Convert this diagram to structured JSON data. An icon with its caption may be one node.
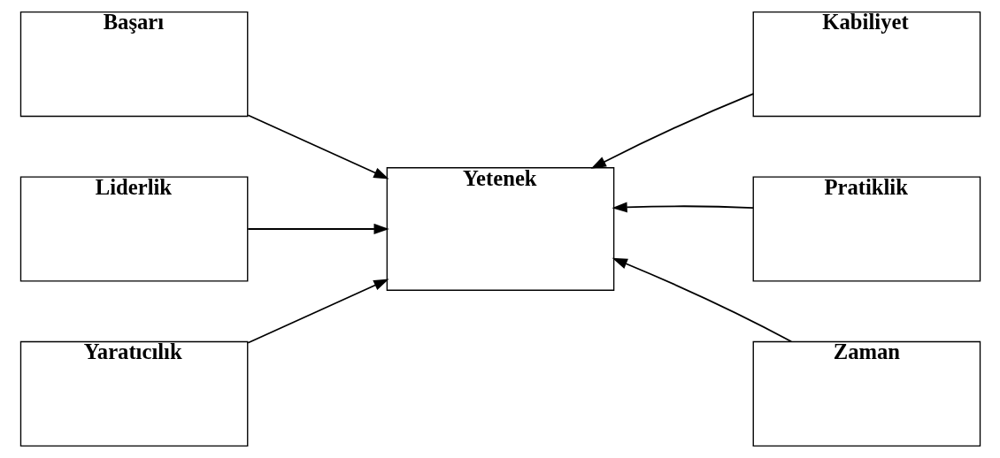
{
  "diagram": {
    "nodes": [
      {
        "text": [
          "Başarı"
        ]
      },
      {
        "text": [
          "Kabiliyet"
        ]
      },
      {
        "text": [
          "Liderlik"
        ]
      },
      {
        "text": [
          "Yetenek"
        ]
      },
      {
        "text": [
          "Pratiklik"
        ]
      },
      {
        "text": [
          "Yaratıcılık"
        ]
      },
      {
        "text": [
          "Zaman"
        ]
      }
    ],
    "edges": [
      {
        "from": 0,
        "to": 3,
        "arrow": "to"
      },
      {
        "from": 1,
        "to": 3,
        "arrow": "to"
      },
      {
        "from": 2,
        "to": 3,
        "arrow": "to"
      },
      {
        "from": 4,
        "to": 3,
        "arrow": "to"
      },
      {
        "from": 5,
        "to": 3,
        "arrow": "to"
      },
      {
        "from": 6,
        "to": 3,
        "arrow": "to"
      }
    ]
  }
}
